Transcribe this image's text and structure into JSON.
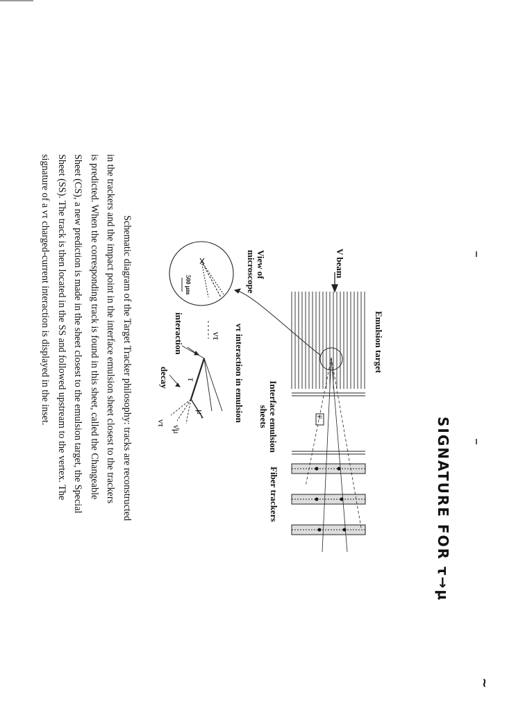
{
  "handwritten": {
    "title": "SIGNATURE FOR τ→μ",
    "page_mark": "~"
  },
  "figure": {
    "labels": {
      "emulsion_target": "Emulsion target",
      "v_beam": "V beam",
      "view_of_microscope": "View of microscope",
      "interface_emulsion_sheets": "Interface emulsion sheets",
      "fiber_trackers": "Fiber trackers",
      "mu_box": "μ",
      "scale": "500 μm",
      "interaction_in_emulsion": "ντ interaction in emulsion",
      "nu_tau": "ντ",
      "tau": "τ",
      "mu": "μ⁻",
      "nu_mu_bar": "ν̄μ",
      "nu_tau_out": "ντ",
      "interaction": "interaction",
      "decay": "decay"
    }
  },
  "caption": {
    "lines": [
      "Schematic diagram of the Target Tracker philosophy: tracks are reconstructed",
      "in the trackers and the impact point in the interface emulsion sheet closest to the trackers",
      "is predicted. When the corresponding track is found in this sheet, called the Changeable",
      "Sheet (CS), a new prediction is made in the sheet closest to the emulsion target, the Special",
      "Sheet (SS). The track is then located in the SS and followed upstream to the vertex. The",
      "signature of a ντ charged-current interaction is displayed in the inset."
    ]
  }
}
